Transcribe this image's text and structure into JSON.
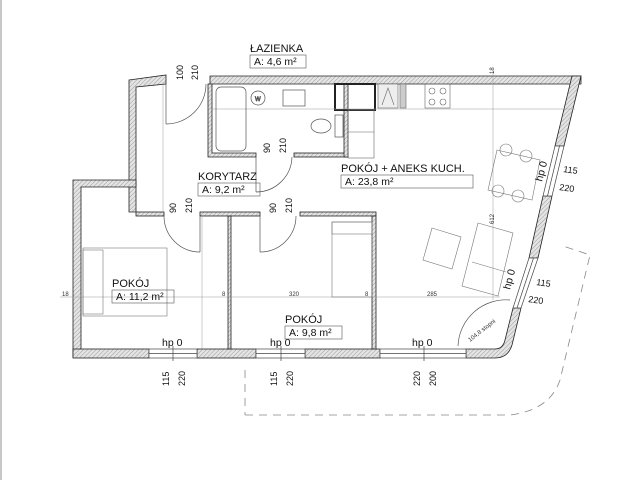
{
  "floorplan": {
    "rooms": [
      {
        "id": "bathroom",
        "name": "ŁAZIENKA",
        "area": "A: 4,6 m²"
      },
      {
        "id": "corridor",
        "name": "KORYTARZ",
        "area": "A: 9,2 m²"
      },
      {
        "id": "living-kitchen",
        "name": "POKÓJ + ANEKS KUCH.",
        "area": "A: 23,8 m²"
      },
      {
        "id": "room-left",
        "name": "POKÓJ",
        "area": "A: 11,2 m²"
      },
      {
        "id": "room-middle",
        "name": "POKÓJ",
        "area": "A: 9,8 m²"
      }
    ],
    "doors": [
      {
        "id": "entrance-door",
        "width": "100",
        "height": "210"
      },
      {
        "id": "bathroom-door",
        "width": "90",
        "height": "210"
      },
      {
        "id": "room-left-door",
        "width": "90",
        "height": "210"
      },
      {
        "id": "room-middle-door",
        "width": "90",
        "height": "210"
      }
    ],
    "windows": [
      {
        "id": "window-left",
        "sill": "hp 0",
        "width": "115",
        "height": "220"
      },
      {
        "id": "window-middle",
        "sill": "hp 0",
        "width": "115",
        "height": "220"
      },
      {
        "id": "window-balcony",
        "sill": "hp 0",
        "width": "200",
        "height": "220"
      },
      {
        "id": "window-right-upper",
        "sill": "hp 0",
        "width": "115",
        "height": "220"
      },
      {
        "id": "window-right-lower",
        "sill": "hp 0",
        "width": "115",
        "height": "220"
      }
    ],
    "dimensions": {
      "wall_left": "18",
      "wall_partition_1": "8",
      "room_middle_width": "320",
      "wall_partition_2": "8",
      "living_width": "285",
      "wall_top": "18",
      "living_depth": "612",
      "door_swing_angle": "104,8 stopni"
    }
  }
}
